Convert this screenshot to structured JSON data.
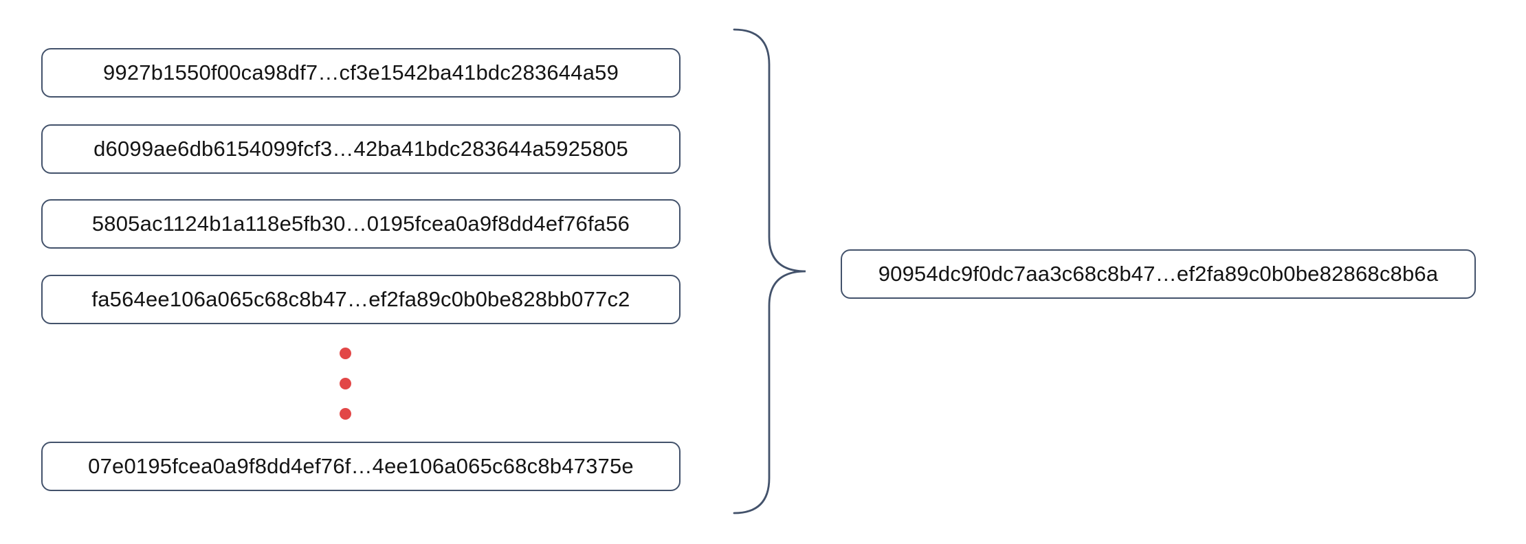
{
  "diagram": {
    "hash_blocks": [
      "9927b1550f00ca98df7…cf3e1542ba41bdc283644a59",
      "d6099ae6db6154099fcf3…42ba41bdc283644a5925805",
      "5805ac1124b1a118e5fb30…0195fcea0a9f8dd4ef76fa56",
      "fa564ee106a065c68c8b47…ef2fa89c0b0be828bb077c2",
      "07e0195fcea0a9f8dd4ef76f…4ee106a065c68c8b47375e"
    ],
    "ellipsis_dot_count": 3,
    "result_hash": "90954dc9f0dc7aa3c68c8b47…ef2fa89c0b0be82868c8b6a",
    "colors": {
      "box_border": "#43526b",
      "brace": "#43526b",
      "ellipsis_dots": "#e24747",
      "text": "#141414",
      "background": "#ffffff"
    }
  }
}
